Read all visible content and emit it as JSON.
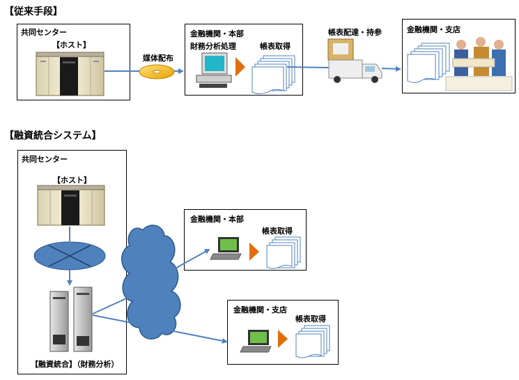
{
  "section1": {
    "title": "【従来手段】",
    "center": {
      "title": "共同センター",
      "host_label": "【ホスト】"
    },
    "media_label": "媒体配布",
    "hq": {
      "title": "金融機関・本部",
      "process_label": "財務分析処理",
      "report_label": "帳表取得"
    },
    "delivery_label": "帳表配達・持参",
    "branch": {
      "title": "金融機関・支店"
    }
  },
  "section2": {
    "title": "【融資統合システム】",
    "center": {
      "title": "共同センター",
      "host_label": "【ホスト】",
      "system_label": "【融資統合】（財務分析）"
    },
    "hq": {
      "title": "金融機関・本部",
      "report_label": "帳表取得"
    },
    "branch": {
      "title": "金融機関・支店",
      "report_label": "帳表取得"
    }
  },
  "colors": {
    "arrow": "#4f81bd",
    "cloud": "#4f81bd",
    "orange": "#e46c0a",
    "host_body": "#f2ecd0"
  }
}
